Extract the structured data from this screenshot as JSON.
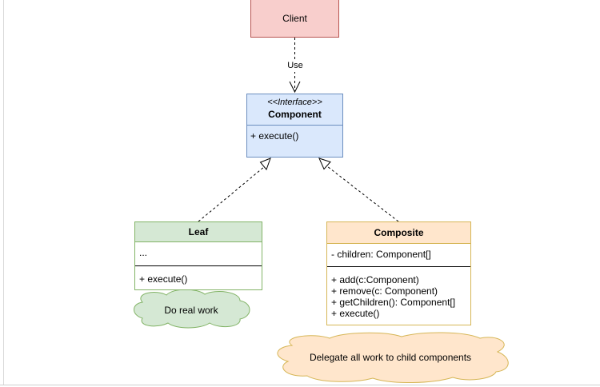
{
  "client": {
    "label": "Client"
  },
  "use_label": "Use",
  "component": {
    "stereotype": "<<Interface>>",
    "name": "Component",
    "operations": [
      "+ execute()"
    ]
  },
  "leaf": {
    "name": "Leaf",
    "attributes": [
      "..."
    ],
    "operations": [
      "+ execute()"
    ],
    "note": "Do real work"
  },
  "composite": {
    "name": "Composite",
    "attributes": [
      "- children: Component[]"
    ],
    "operations": [
      "+ add(c:Component)",
      "+ remove(c: Component)",
      "+ getChildren():  Component[]",
      "+ execute()"
    ],
    "note": "Delegate all work to child components"
  },
  "colors": {
    "client_fill": "#f8cecc",
    "client_stroke": "#b85450",
    "component_fill": "#dae8fc",
    "component_stroke": "#6c8ebf",
    "leaf_fill": "#d5e8d4",
    "leaf_stroke": "#82b366",
    "composite_fill": "#ffe6cc",
    "composite_stroke": "#d6b656"
  }
}
